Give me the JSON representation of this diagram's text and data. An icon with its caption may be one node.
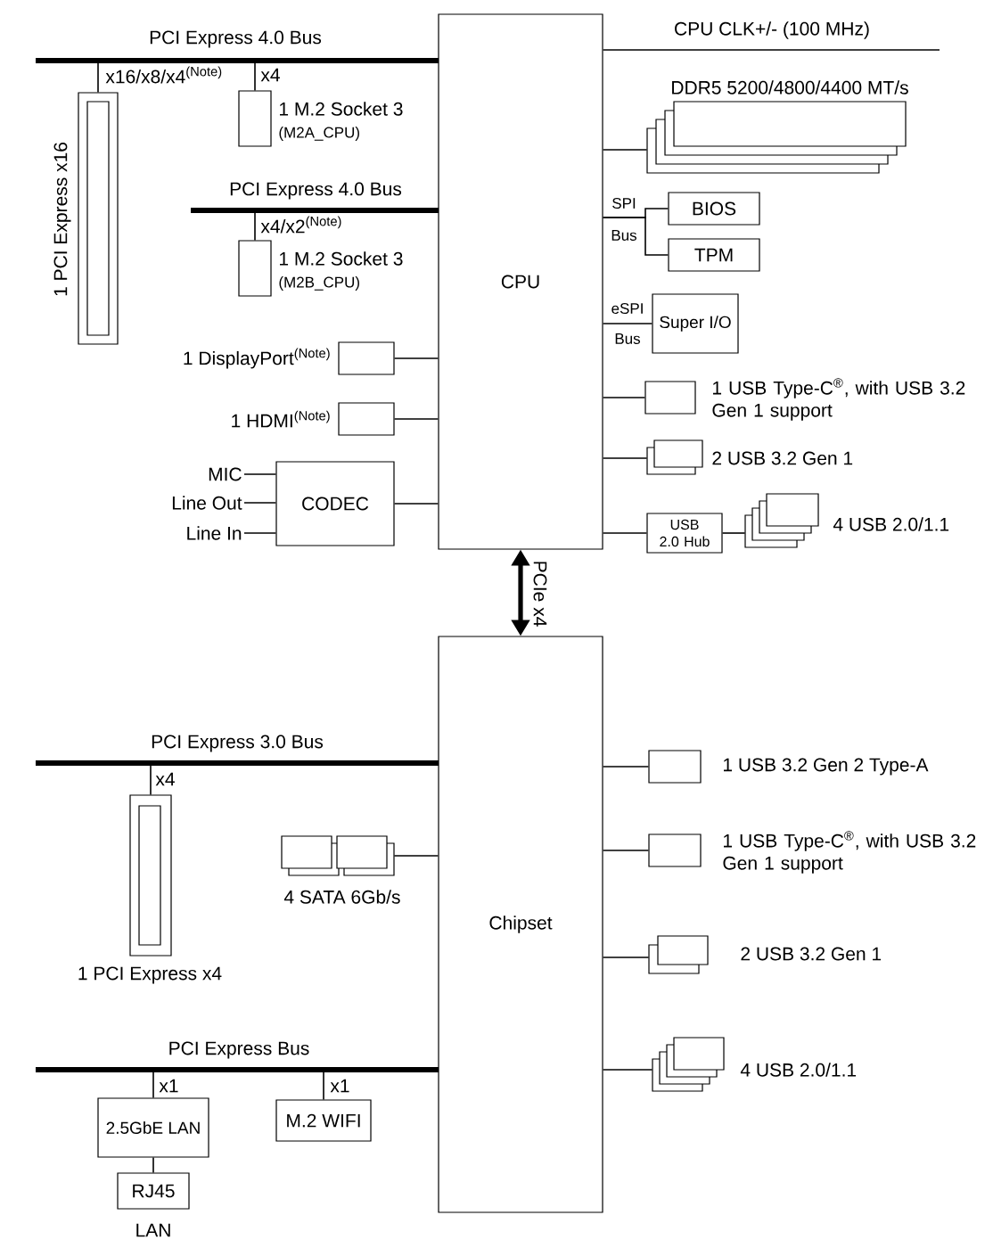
{
  "diagram": {
    "nodes": [
      {
        "text": [
          "CPU"
        ]
      },
      {
        "text": [],
        "shape": "box",
        "beside": [
          "1 PCI Express x16"
        ]
      },
      {
        "text": [],
        "shape": "box",
        "beside": [
          "1 M.2 Socket 3",
          "(M2A_CPU)"
        ]
      },
      {
        "text": [],
        "shape": "box",
        "beside": [
          "1 M.2 Socket 3",
          "(M2B_CPU)"
        ]
      },
      {
        "text": [],
        "shape": "box",
        "beside": [
          "1 DisplayPort$^{(Note)}$"
        ]
      },
      {
        "text": [],
        "shape": "box",
        "beside": [
          "1 HDMI$^{(Note)}$"
        ]
      },
      {
        "text": [
          "CODEC"
        ]
      },
      {
        "text": [
          "MIC"
        ]
      },
      {
        "text": [
          "Line Out"
        ]
      },
      {
        "text": [
          "Line In"
        ]
      },
      {
        "text": [],
        "shape": "box",
        "beside": [
          "DDR5 5200/4800/4400 MT/s"
        ]
      },
      {
        "text": [
          "BIOS"
        ]
      },
      {
        "text": [
          "TPM"
        ]
      },
      {
        "text": [
          "Super I/O"
        ]
      },
      {
        "text": [],
        "shape": "box",
        "beside": [
          "1 USB Type-C$^{®}$, with USB 3.2 Gen 1 support"
        ]
      },
      {
        "text": [],
        "shape": "box",
        "beside": [
          "2 USB 3.2 Gen 1"
        ]
      },
      {
        "text": [
          "USB 2.0 Hub"
        ]
      },
      {
        "text": [],
        "shape": "box",
        "beside": [
          "4 USB 2.0/1.1"
        ]
      },
      {
        "text": [
          "Chipset"
        ]
      },
      {
        "text": [],
        "shape": "box",
        "beside": [
          "1 PCI Express x4"
        ]
      },
      {
        "text": [],
        "shape": "box",
        "beside": [
          "4 SATA 6Gb/s"
        ]
      },
      {
        "text": [],
        "shape": "box",
        "beside": [
          "1 USB 3.2 Gen 2 Type-A"
        ]
      },
      {
        "text": [],
        "shape": "box",
        "beside": [
          "1 USB Type-C$^{®}$, with USB 3.2 Gen 1 support"
        ]
      },
      {
        "text": [],
        "shape": "box",
        "beside": [
          "2 USB 3.2 Gen 1"
        ]
      },
      {
        "text": [],
        "shape": "box",
        "beside": [
          "4 USB 2.0/1.1"
        ]
      },
      {
        "text": [
          "2.5GbE LAN"
        ]
      },
      {
        "text": [
          "M.2 WIFI"
        ]
      },
      {
        "text": [
          "RJ45"
        ],
        "beside": [
          "LAN"
        ]
      }
    ],
    "edges": [
      {
        "from": 0,
        "to": 1,
        "arrow": "none",
        "label": "x16/x8/x4$^{(Note)}$"
      },
      {
        "from": 0,
        "to": 2,
        "arrow": "none",
        "label": "x4"
      },
      {
        "from": 0,
        "to": 3,
        "arrow": "none",
        "label": "x4/x2$^{(Note)}$"
      },
      {
        "from": 4,
        "to": 0,
        "arrow": "none"
      },
      {
        "from": 5,
        "to": 0,
        "arrow": "none"
      },
      {
        "from": 6,
        "to": 0,
        "arrow": "none"
      },
      {
        "from": 7,
        "to": 6,
        "arrow": "none"
      },
      {
        "from": 8,
        "to": 6,
        "arrow": "none"
      },
      {
        "from": 9,
        "to": 6,
        "arrow": "none"
      },
      {
        "from": 0,
        "to": null,
        "arrow": "none",
        "label": "CPU CLK+/- (100 MHz)"
      },
      {
        "from": 0,
        "to": 10,
        "arrow": "none"
      },
      {
        "from": 0,
        "to": 11,
        "arrow": "none"
      },
      {
        "from": 0,
        "to": 12,
        "arrow": "none"
      },
      {
        "from": 0,
        "to": 13,
        "arrow": "none"
      },
      {
        "from": 0,
        "to": 14,
        "arrow": "none"
      },
      {
        "from": 0,
        "to": 15,
        "arrow": "none"
      },
      {
        "from": 0,
        "to": 16,
        "arrow": "none"
      },
      {
        "from": 16,
        "to": 17,
        "arrow": "none"
      },
      {
        "from": 0,
        "to": 18,
        "arrow": "both",
        "label": "PCIe x4",
        "style": "thick"
      },
      {
        "from": 18,
        "to": 19,
        "arrow": "none",
        "label": "x4"
      },
      {
        "from": 18,
        "to": 20,
        "arrow": "none"
      },
      {
        "from": 18,
        "to": 21,
        "arrow": "none"
      },
      {
        "from": 18,
        "to": 22,
        "arrow": "none"
      },
      {
        "from": 18,
        "to": 23,
        "arrow": "none"
      },
      {
        "from": 18,
        "to": 24,
        "arrow": "none"
      },
      {
        "from": 18,
        "to": 25,
        "arrow": "none",
        "label": "x1"
      },
      {
        "from": 18,
        "to": 26,
        "arrow": "none",
        "label": "x1"
      },
      {
        "from": 25,
        "to": 27,
        "arrow": "none"
      }
    ],
    "labels": [
      "PCI Express 4.0 Bus",
      "PCI Express 4.0 Bus",
      "SPI",
      "Bus",
      "eSPI",
      "Bus",
      "PCI Express 3.0 Bus",
      "PCI Express Bus"
    ]
  }
}
